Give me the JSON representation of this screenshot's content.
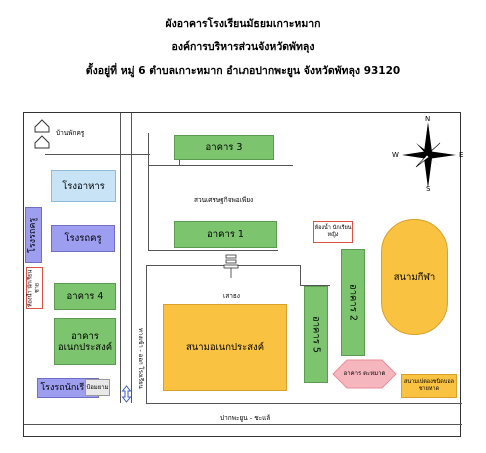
{
  "header": {
    "line1": "ผังอาคารโรงเรียนมัธยมเกาะหมาก",
    "line2": "องค์การบริหารส่วนจังหวัดพัทลุง",
    "line3": "ตั้งอยู่ที่ หมู่ 6 ตำบลเกาะหมาก อำเภอปากพะยูน จังหวัดพัทลุง 93120"
  },
  "map": {
    "teacher_houses": "บ้านพักครู",
    "building_3": "อาคาร 3",
    "canteen": "โรงอาหาร",
    "agri_garden": "สวนเศรษฐกิจพอเพียง",
    "car_garage": "โรงรถครู",
    "teacher_garage": "โรงรถครู",
    "building_1": "อาคาร 1",
    "restroom_female": "ห้องน้ำ นักเรียนหญิง",
    "restroom_male": "ห้องน้ำ นักเรียนชาย",
    "flagpole": "เสาธง",
    "building_4": "อาคาร 4",
    "multipurpose_building": "อาคาร อเนกประสงค์",
    "multipurpose_field": "สนามอเนกประสงค์",
    "building_5": "อาคาร 5",
    "building_2": "อาคาร 2",
    "sports_field": "สนามกีฬา",
    "gate_label": "ทางเข้า - ออก โรงเรียน",
    "student_garage": "โรงรถนักเรียน",
    "guard_house": "ป้อมยาม",
    "road_label": "ปากพะยูน - ชะแล้",
    "bench_building": "อาคาร ตะหมาด",
    "petanque_court": "สนามเปตองชนิดบอล ชายหาด",
    "compass": {
      "n": "N",
      "s": "S",
      "e": "E",
      "w": "W"
    }
  },
  "colors": {
    "green": "#7cc46e",
    "blue": "#c8e3f5",
    "purple": "#9d9ef0",
    "orange": "#f9c241",
    "pink": "#f6b6bd"
  }
}
